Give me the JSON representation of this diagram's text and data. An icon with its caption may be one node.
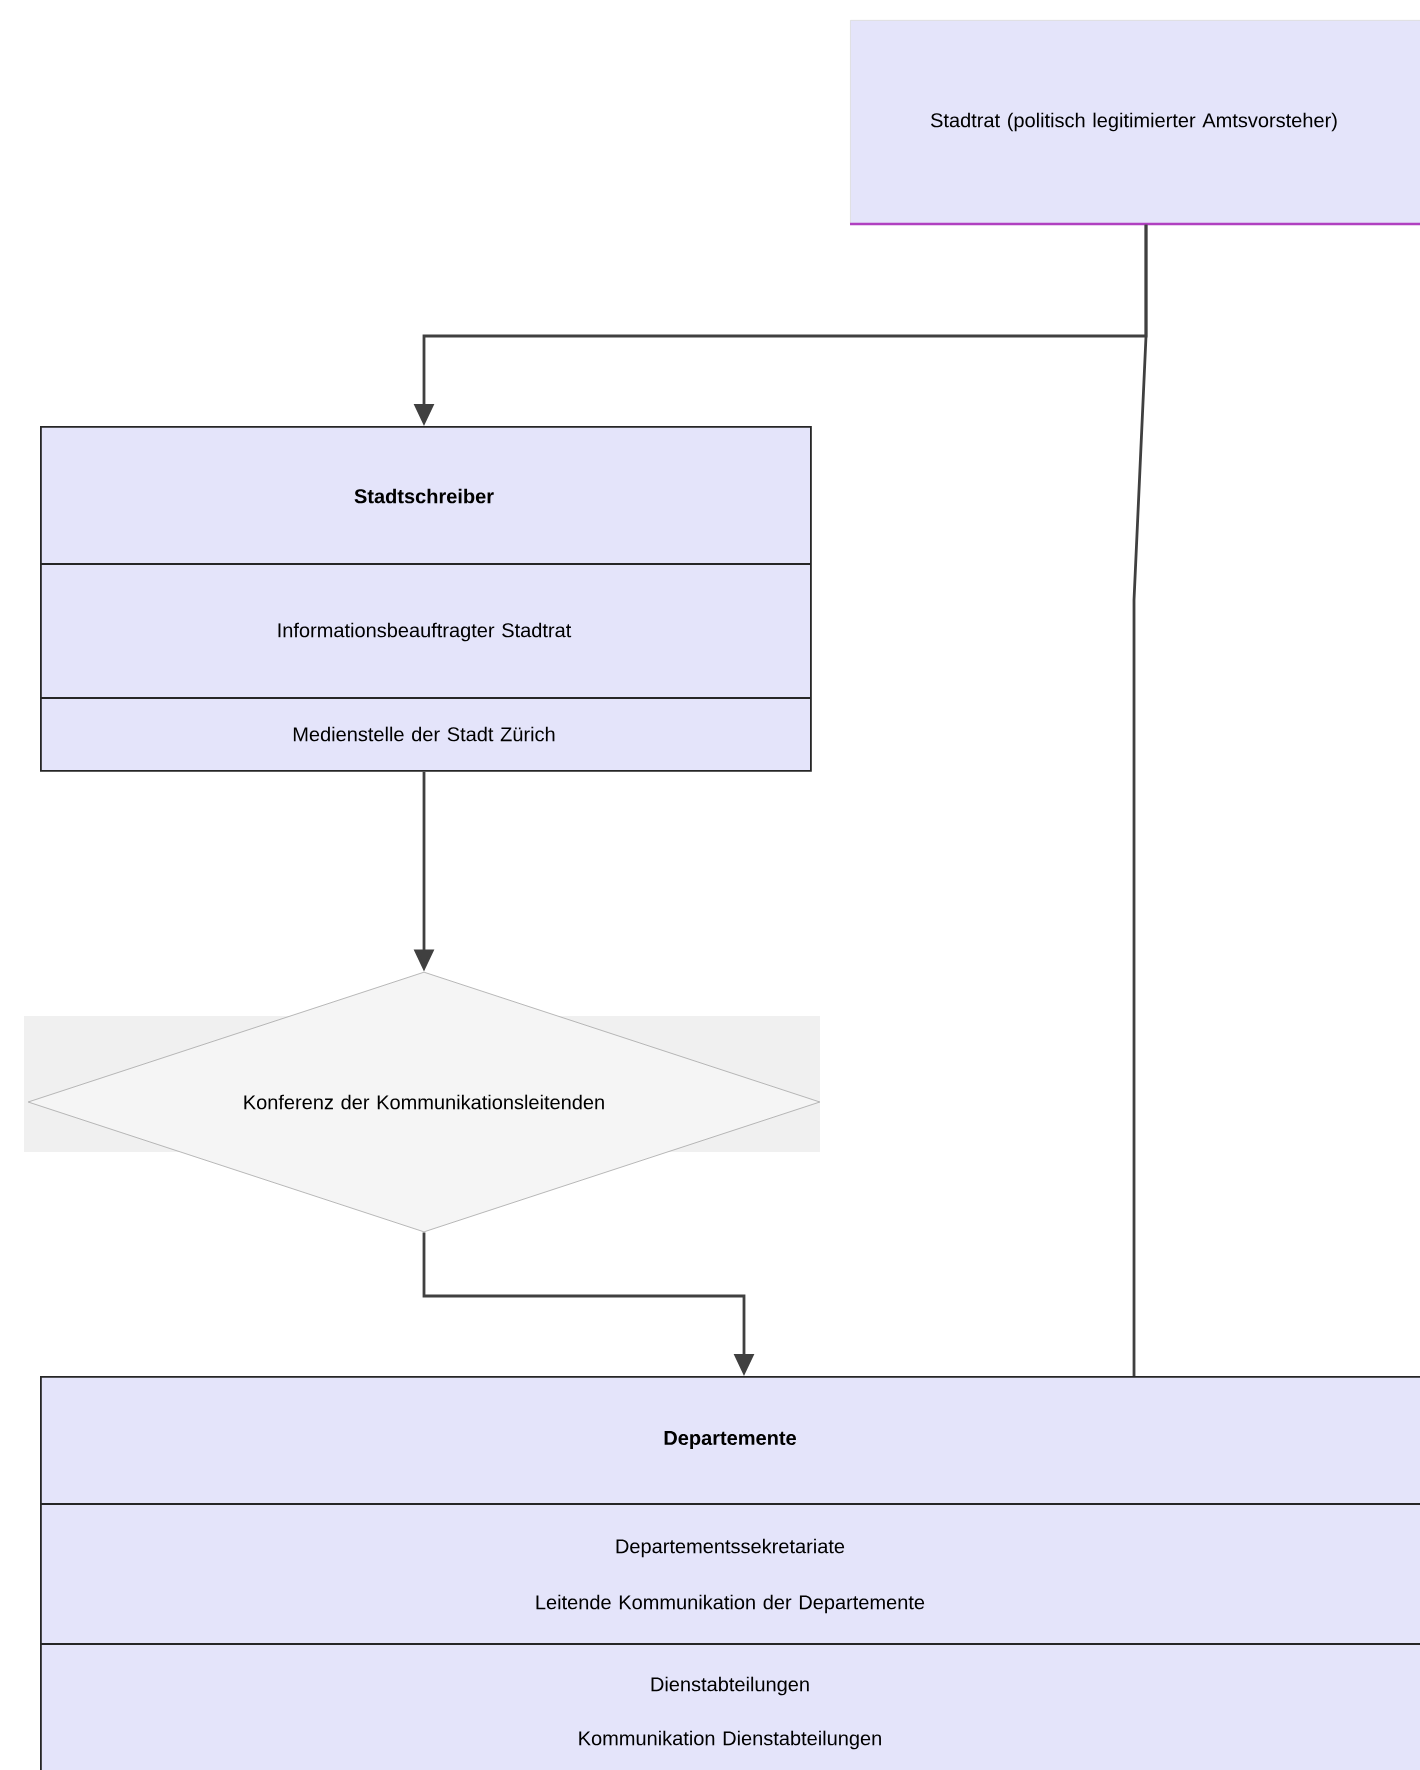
{
  "diagram": {
    "nodes": [
      {
        "text": [
          "Stadtrat (politisch legitimierter Amtsvorsteher)"
        ]
      },
      {
        "text": [
          "Stadtschreiber",
          "Informationsbeauftragter Stadtrat",
          "Medienstelle der Stadt Zürich"
        ]
      },
      {
        "text": [
          "Konferenz der Kommunikationsleitenden"
        ]
      },
      {
        "text": [
          "Departemente",
          "Departementssekretariate",
          "Leitende Kommunikation der Departemente",
          "Dienstabteilungen",
          "Kommunikation Dienstabteilungen"
        ]
      }
    ],
    "edges": [
      {
        "from": 0,
        "to": 1,
        "arrow": "to"
      },
      {
        "from": 0,
        "to": 3,
        "arrow": "none"
      },
      {
        "from": 1,
        "to": 2,
        "arrow": "to"
      },
      {
        "from": 2,
        "to": 3,
        "arrow": "to"
      }
    ]
  }
}
